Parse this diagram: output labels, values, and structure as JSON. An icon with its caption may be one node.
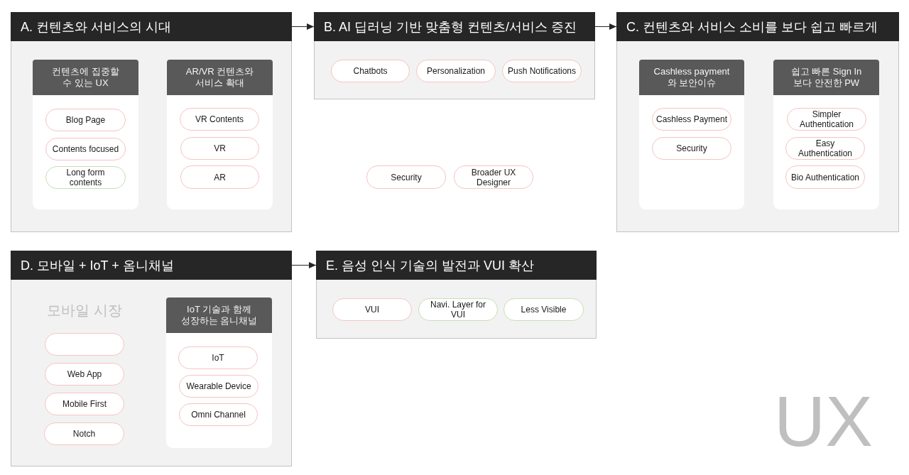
{
  "diagram": {
    "nodes": [
      {
        "text": [
          "A. 컨텐츠와 서비스의 시대"
        ]
      },
      {
        "text": [
          "컨텐츠에 집중할 수 있는 UX"
        ],
        "in": 0
      },
      {
        "text": [
          "Blog Page"
        ],
        "in": 1
      },
      {
        "text": [
          "Contents focused"
        ],
        "in": 1
      },
      {
        "text": [
          "Long form contents"
        ],
        "in": 1
      },
      {
        "text": [
          "AR/VR 컨텐츠와 서비스 확대"
        ],
        "in": 0
      },
      {
        "text": [
          "VR Contents"
        ],
        "in": 5
      },
      {
        "text": [
          "VR"
        ],
        "in": 5
      },
      {
        "text": [
          "AR"
        ],
        "in": 5
      },
      {
        "text": [
          "B. AI 딥러닝 기반 맞춤형 컨텐츠/서비스 증진"
        ]
      },
      {
        "text": [
          "Chatbots"
        ],
        "in": 9
      },
      {
        "text": [
          "Personalization"
        ],
        "in": 9
      },
      {
        "text": [
          "Push Notifications"
        ],
        "in": 9
      },
      {
        "text": [
          "Security"
        ]
      },
      {
        "text": [
          "Broader UX Designer"
        ]
      },
      {
        "text": [
          "C. 컨텐츠와 서비스 소비를 보다 쉽고 빠르게"
        ]
      },
      {
        "text": [
          "Cashless payment 와 보안이슈"
        ],
        "in": 15
      },
      {
        "text": [
          "Cashless Payment"
        ],
        "in": 16
      },
      {
        "text": [
          "Security"
        ],
        "in": 16
      },
      {
        "text": [
          "쉽고 빠른 Sign In 보다 안전한 PW"
        ],
        "in": 15
      },
      {
        "text": [
          "Simpler Authentication"
        ],
        "in": 19
      },
      {
        "text": [
          "Easy Authentication"
        ],
        "in": 19
      },
      {
        "text": [
          "Bio Authentication"
        ],
        "in": 19
      },
      {
        "text": [
          "D. 모바일 + IoT + 옴니채널"
        ]
      },
      {
        "text": [],
        "shape": "box",
        "in": 23
      },
      {
        "text": [
          "Web App"
        ],
        "in": 23
      },
      {
        "text": [
          "Mobile First"
        ],
        "in": 23
      },
      {
        "text": [
          "Notch"
        ],
        "in": 23
      },
      {
        "text": [
          "IoT 기술과 함께 성장하는 옴니채널"
        ],
        "in": 23
      },
      {
        "text": [
          "IoT"
        ],
        "in": 28
      },
      {
        "text": [
          "Wearable Device"
        ],
        "in": 28
      },
      {
        "text": [
          "Omni Channel"
        ],
        "in": 28
      },
      {
        "text": [
          "E. 음성 인식 기술의 발전과 VUI 확산"
        ]
      },
      {
        "text": [
          "VUI"
        ],
        "in": 32
      },
      {
        "text": [
          "Navi. Layer for VUI"
        ],
        "in": 32
      },
      {
        "text": [
          "Less Visible"
        ],
        "in": 32
      }
    ],
    "edges": [
      {
        "from": 0,
        "to": 9,
        "arrow": "to"
      },
      {
        "from": 9,
        "to": 15,
        "arrow": "to"
      },
      {
        "from": 23,
        "to": 32,
        "arrow": "to"
      }
    ],
    "labels": [
      "모바일 시장",
      "UX"
    ]
  }
}
